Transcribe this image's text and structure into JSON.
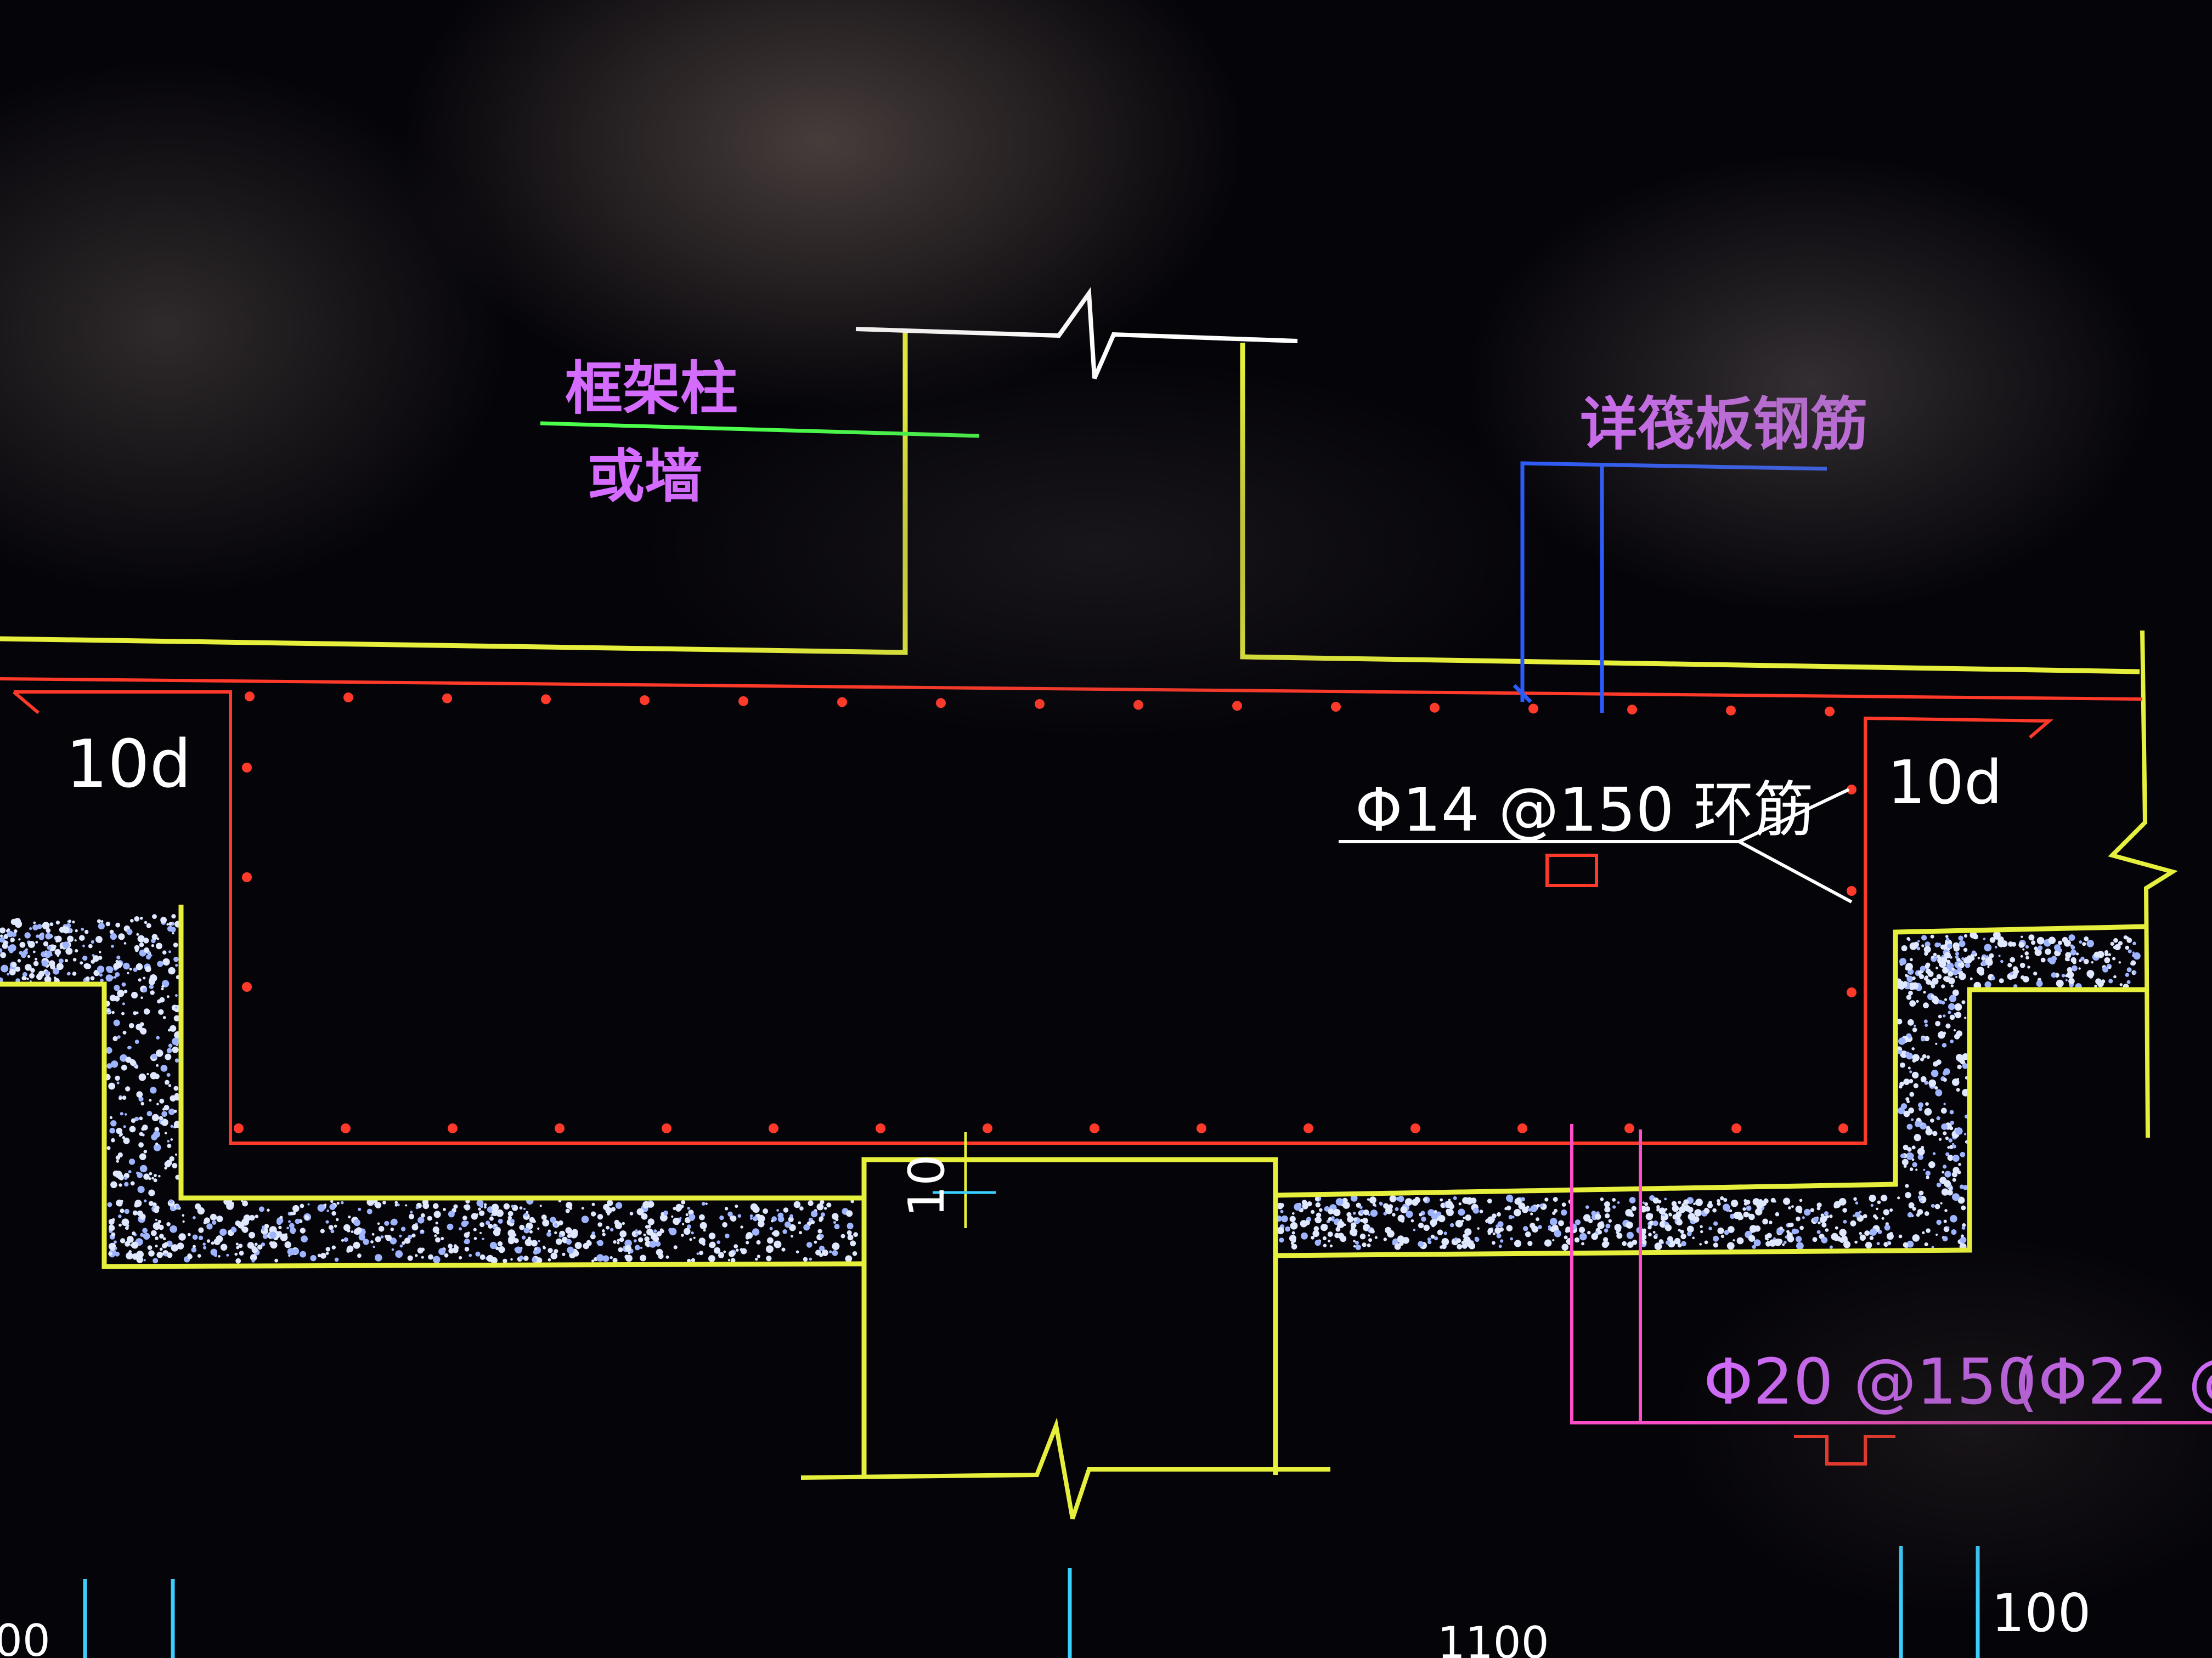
{
  "labels": {
    "column_top": "框架柱",
    "column_bottom": "或墙",
    "raft_rebar": "详筏板钢筋",
    "anchor_left": "10d",
    "anchor_right": "10d",
    "ring_bar": "Φ14 @150 环筋",
    "spacing_small": "10",
    "bottom_bar_a": "Φ20 @150",
    "bottom_bar_b": "(Φ22 @15",
    "dim_right": "100",
    "dim_left_cut": "00",
    "dim_mid_cut": "1100"
  },
  "colors": {
    "yellow": "#e6ef3c",
    "red": "#ff3a2a",
    "white": "#ffffff",
    "green": "#4cff4c",
    "blue": "#2b5bff",
    "pink": "#ff4fc8",
    "magenta_text": "#d56cff",
    "cyan": "#39d0ff"
  }
}
